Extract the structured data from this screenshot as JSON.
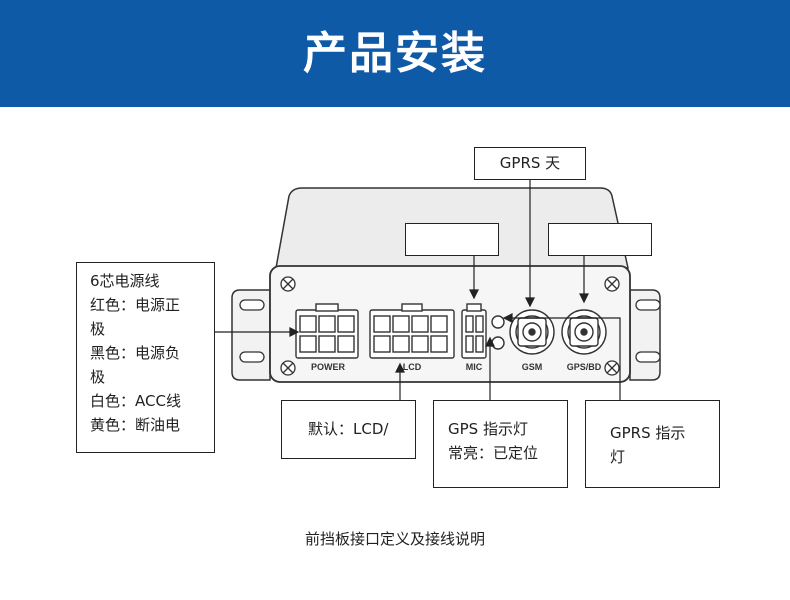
{
  "header": {
    "title": "产品安装",
    "background_color": "#0e5aa6"
  },
  "device": {
    "port_labels": {
      "power": "POWER",
      "lcd": "LCD",
      "mic": "MIC",
      "gsm": "GSM",
      "gps": "GPS/BD"
    }
  },
  "callouts": {
    "gprs_antenna": "GPRS 天",
    "mic_label": "",
    "gps_antenna": "",
    "power_lines": [
      "6芯电源线",
      "红色：电源正",
      "极",
      "黑色：电源负",
      "极",
      "白色：ACC线",
      "黄色：断油电"
    ],
    "lcd_default": "默认：LCD/",
    "gps_led": [
      "GPS 指示灯",
      "常亮：已定位"
    ],
    "gprs_led": [
      "GPRS 指示",
      "灯"
    ]
  },
  "caption": "前挡板接口定义及接线说明"
}
